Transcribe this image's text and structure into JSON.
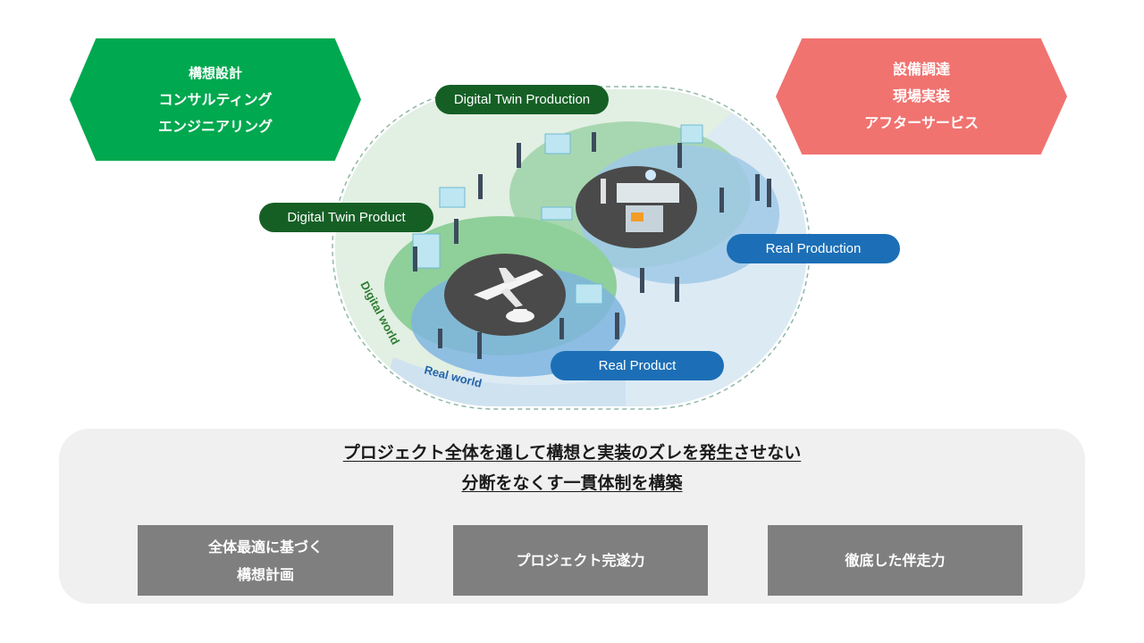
{
  "hex_left": {
    "lines": [
      "構想設計",
      "コンサルティング",
      "エンジニアリング"
    ],
    "color": "#00a84f"
  },
  "hex_right": {
    "lines": [
      "設備調達",
      "現場実装",
      "アフターサービス"
    ],
    "color": "#f07370"
  },
  "illustration": {
    "labels": {
      "digital_twin_production": "Digital Twin Production",
      "digital_twin_product": "Digital Twin Product",
      "real_production": "Real Production",
      "real_product": "Real Product"
    },
    "zones": {
      "digital_world": "Digital world",
      "real_world": "Real world"
    },
    "colors": {
      "digital": "#155f25",
      "real": "#1c6fb6"
    }
  },
  "panel": {
    "headline_lines": [
      "プロジェクト全体を通して構想と実装のズレを発生させない",
      "分断をなくす一貫体制を構築"
    ],
    "boxes": [
      {
        "lines": [
          "全体最適に基づく",
          "構想計画"
        ]
      },
      {
        "lines": [
          "プロジェクト完遂力"
        ]
      },
      {
        "lines": [
          "徹底した伴走力"
        ]
      }
    ]
  }
}
